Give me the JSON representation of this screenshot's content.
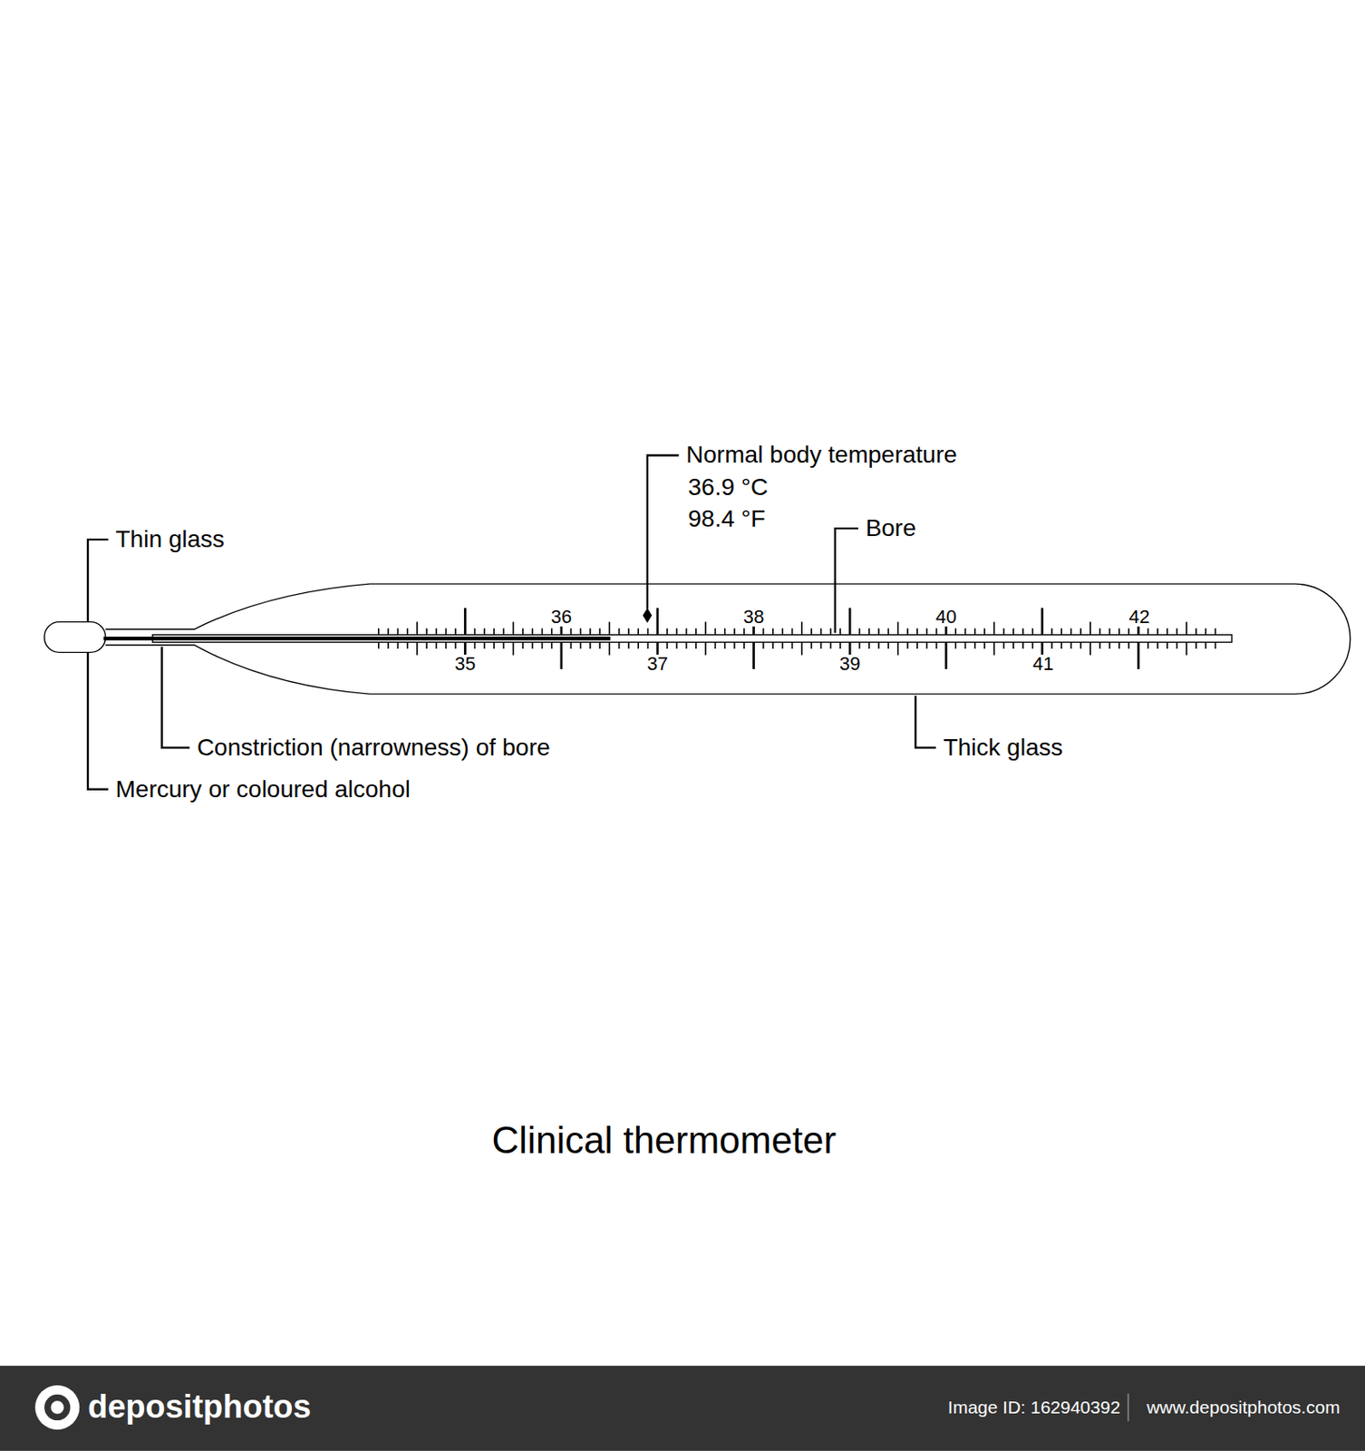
{
  "diagram": {
    "caption": "Clinical thermometer",
    "labels": [
      "Normal body temperature",
      "36.9 °C",
      "98.4 °F",
      "Bore",
      "Thin glass",
      "Constriction (narrowness) of bore",
      "Thick glass",
      "Mercury or coloured alcohol",
      "35",
      "36",
      "37",
      "38",
      "39",
      "40",
      "41",
      "42",
      "Image ID: 162940392",
      "www.depositphotos.com",
      "depositphotos"
    ]
  }
}
